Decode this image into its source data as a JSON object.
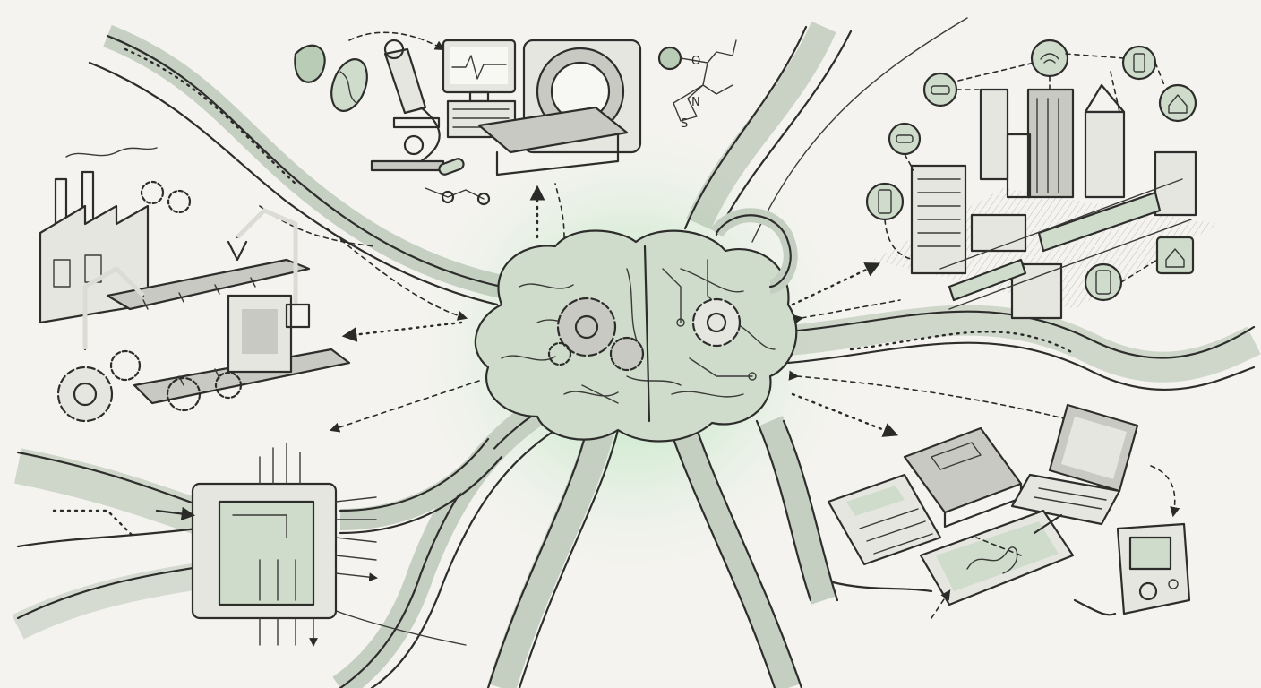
{
  "scene": {
    "accent": "#7fd58c",
    "ink": "#2d2d2b",
    "paper": "#f4f3ef",
    "shade_green": "#cfdccb"
  },
  "clusters": [
    {
      "name": "central-brain",
      "icon": "brain-icon"
    },
    {
      "name": "medical-research",
      "icon": "microscope-icon"
    },
    {
      "name": "smart-city",
      "icon": "city-icon"
    },
    {
      "name": "factory-automation",
      "icon": "factory-icon"
    },
    {
      "name": "microchip",
      "icon": "chip-icon"
    },
    {
      "name": "personal-devices",
      "icon": "laptop-icon"
    }
  ]
}
